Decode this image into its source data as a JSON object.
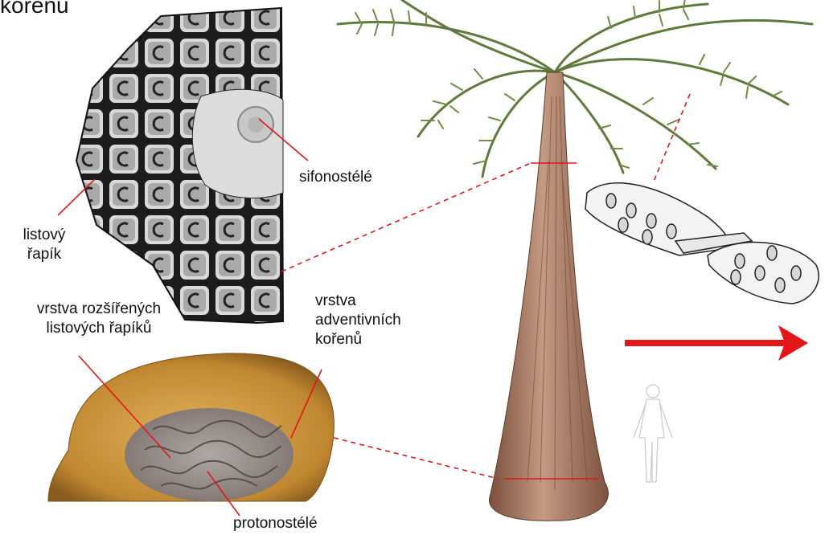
{
  "title_fragment": "kořenů",
  "labels": {
    "sifonostele": "sifonostélé",
    "listovy_line1": "listový",
    "listovy_line2": "řapík",
    "vrstva_rozsirenych_line1": "vrstva rozšířených",
    "vrstva_rozsirenych_line2": "listových řapíků",
    "vrstva_adventivnich_line1": "vrstva",
    "vrstva_adventivnich_line2": "adventivních",
    "vrstva_adventivnich_line3": "kořenů",
    "protonostele": "protonostélé"
  },
  "colors": {
    "annotation_red": "#e3161b",
    "trunk_brown": "#9c6d55",
    "frond_green": "#5f7a3c",
    "section_tan": "#c8902e",
    "section_core": "#9a8f8a"
  }
}
